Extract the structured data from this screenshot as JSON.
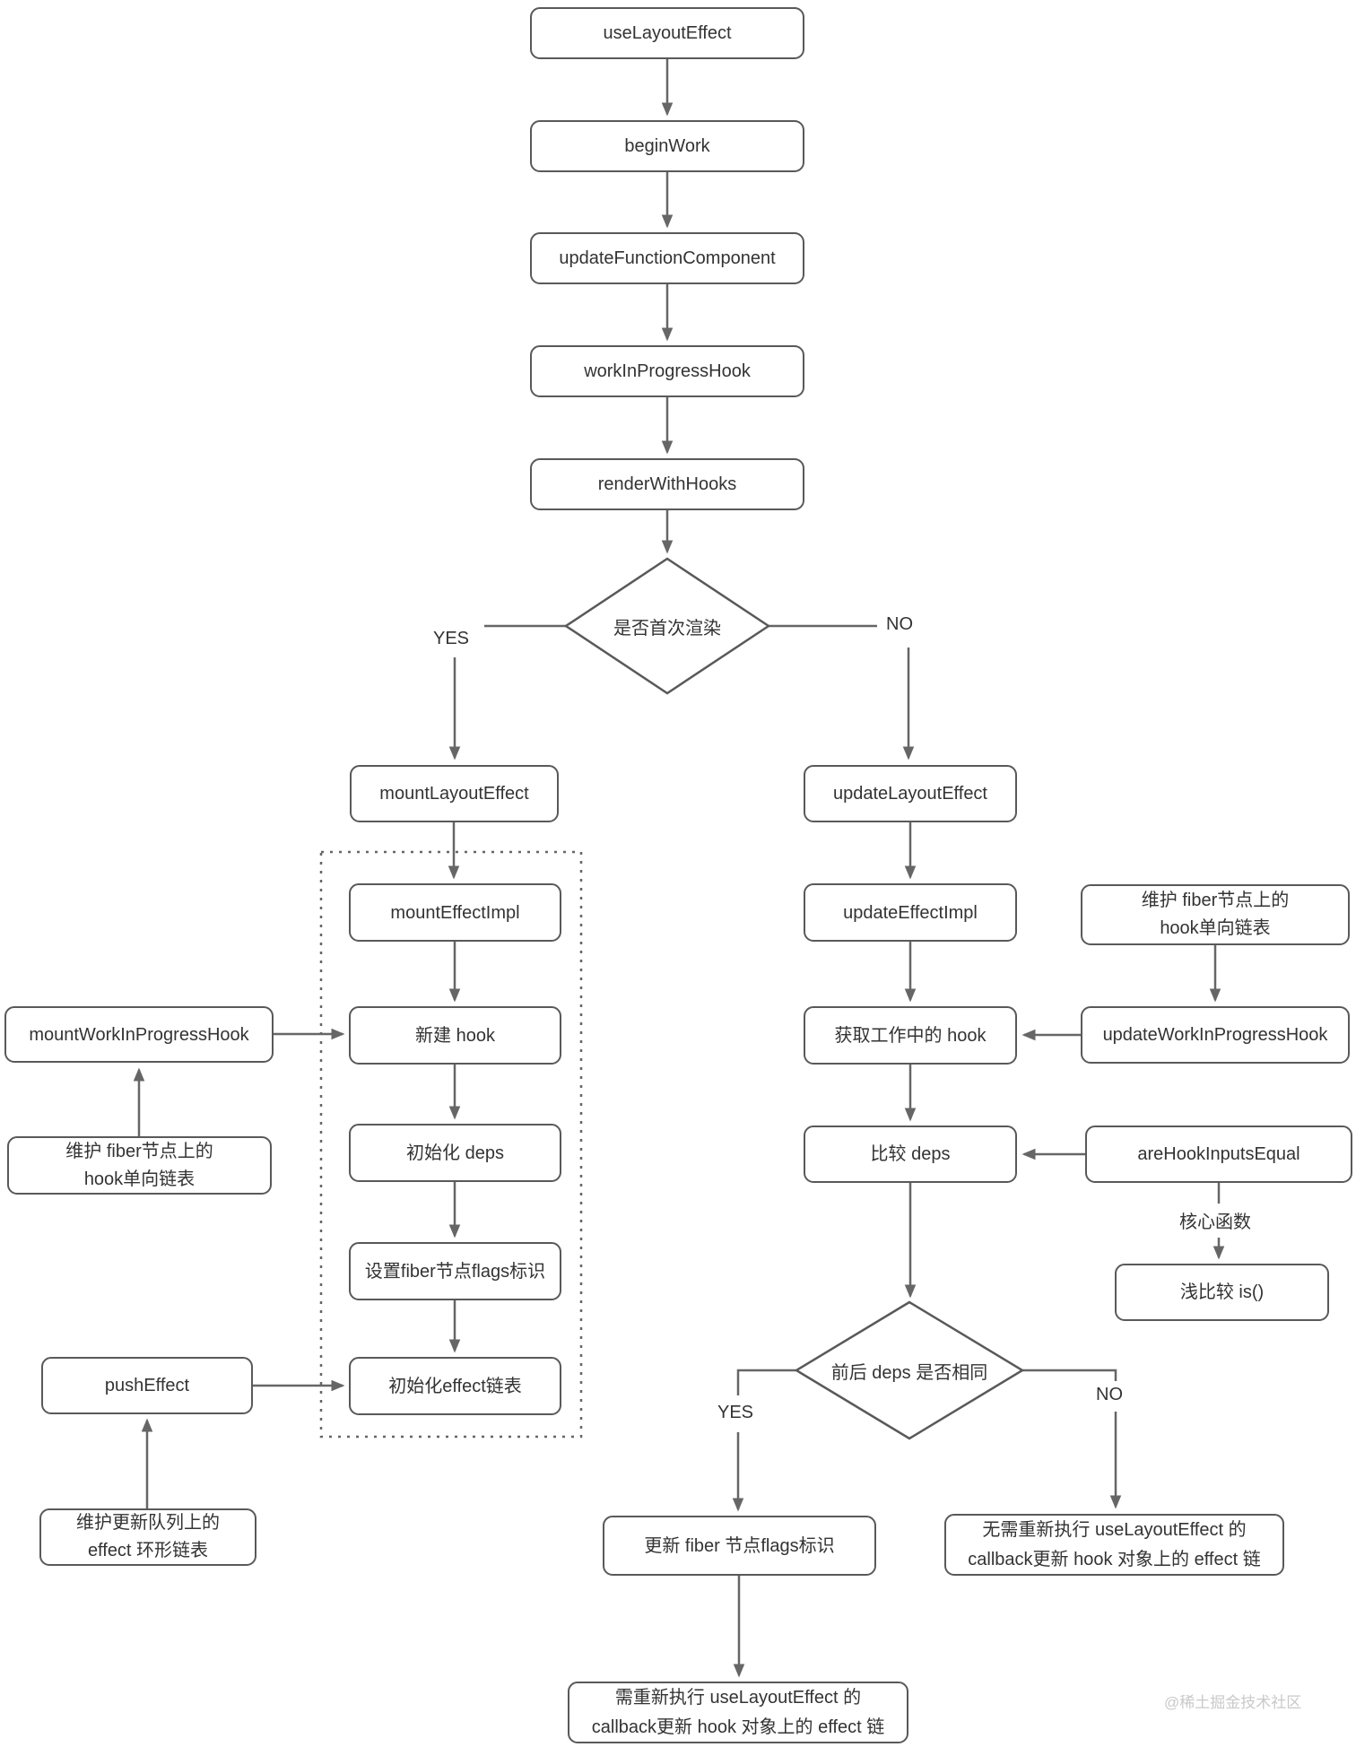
{
  "nodes": {
    "use_layout_effect": "useLayoutEffect",
    "begin_work": "beginWork",
    "update_function_component": "updateFunctionComponent",
    "work_in_progress_hook": "workInProgressHook",
    "render_with_hooks": "renderWithHooks",
    "mount_layout_effect": "mountLayoutEffect",
    "mount_effect_impl": "mountEffectImpl",
    "create_hook": "新建 hook",
    "init_deps": "初始化 deps",
    "set_fiber_flags": "设置fiber节点flags标识",
    "init_effect_list": "初始化effect链表",
    "mount_wip_hook": "mountWorkInProgressHook",
    "maintain_fiber_left": {
      "line1": "维护 fiber节点上的",
      "line2": "hook单向链表"
    },
    "push_effect": "pushEffect",
    "maintain_update_queue": {
      "line1": "维护更新队列上的",
      "line2": "effect 环形链表"
    },
    "update_layout_effect": "updateLayoutEffect",
    "update_effect_impl": "updateEffectImpl",
    "get_working_hook": "获取工作中的 hook",
    "compare_deps": "比较 deps",
    "maintain_fiber_right": {
      "line1": "维护 fiber节点上的",
      "line2": "hook单向链表"
    },
    "update_wip_hook": "updateWorkInProgressHook",
    "are_hook_inputs_equal": "areHookInputsEqual",
    "shallow_compare_is": "浅比较 is()",
    "update_fiber_flags": "更新 fiber 节点flags标识",
    "rerun_callback": {
      "line1": "需重新执行 useLayoutEffect 的",
      "line2": "callback更新 hook 对象上的 effect 链"
    },
    "no_rerun_callback": {
      "line1": "无需重新执行 useLayoutEffect 的",
      "line2": "callback更新 hook 对象上的 effect 链"
    }
  },
  "decisions": {
    "first_render": "是否首次渲染",
    "deps_same": "前后 deps 是否相同"
  },
  "edge_labels": {
    "yes1": "YES",
    "no1": "NO",
    "yes2": "YES",
    "no2": "NO",
    "core_function": "核心函数"
  },
  "watermark": "@稀土掘金技术社区",
  "colors": {
    "box_border": "#595959",
    "arrow": "#666666",
    "text": "#333333",
    "watermark": "#c9c9c9",
    "background": "#ffffff"
  }
}
